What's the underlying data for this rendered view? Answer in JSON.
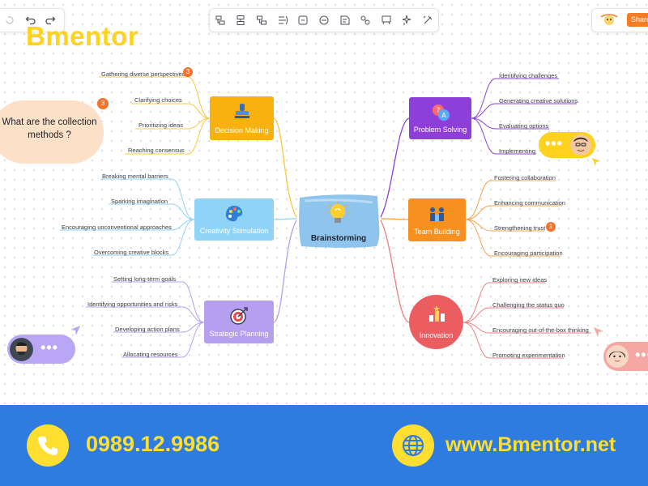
{
  "logo": {
    "text": "Bmentor"
  },
  "toolbar": {
    "left_icons": [
      "redo-disabled-icon",
      "undo-icon",
      "redo-icon"
    ],
    "main_icons": [
      "add-sibling-icon",
      "add-child-icon",
      "add-parent-icon",
      "summary-icon",
      "boundary-icon",
      "relationship-icon",
      "note-icon",
      "link-icon",
      "image-icon",
      "ai-icon",
      "format-painter-icon"
    ],
    "share_label": "Share"
  },
  "mindmap": {
    "center": {
      "label": "Brainstorming"
    },
    "branches": [
      {
        "id": "decision",
        "label": "Decision Making",
        "color": "#f9b10f",
        "items": [
          "Gathering diverse perspectives",
          "Clarifying choices",
          "Prioritizing ideas",
          "Reaching consensus"
        ],
        "badge": "3"
      },
      {
        "id": "creativity",
        "label": "Creativity Stimulation",
        "color": "#8fd3f7",
        "items": [
          "Breaking mental barriers",
          "Sparking imagination",
          "Encouraging unconventional approaches",
          "Overcoming creative blocks"
        ]
      },
      {
        "id": "strategic",
        "label": "Strategic Planning",
        "color": "#b79ff0",
        "items": [
          "Setting long-term goals",
          "Identifying opportunities and risks",
          "Developing action plans",
          "Allocating resources"
        ]
      },
      {
        "id": "problem",
        "label": "Problem Solving",
        "color": "#8f3fd9",
        "items": [
          "Identifying challenges",
          "Generating creative solutions",
          "Evaluating options",
          "Implementing"
        ]
      },
      {
        "id": "team",
        "label": "Team Building",
        "color": "#f7901e",
        "items": [
          "Fostering collaboration",
          "Enhancing communication",
          "Strengthening trust",
          "Encouraging participation"
        ],
        "badge": "1"
      },
      {
        "id": "innovation",
        "label": "Innovation",
        "color": "#ec5d61",
        "items": [
          "Exploring new ideas",
          "Challenging the status quo",
          "Encouraging out-of-the-box thinking",
          "Promoting experimentation"
        ]
      }
    ]
  },
  "comment": {
    "text": "What are the collection methods ?",
    "badge": "3"
  },
  "chats": {
    "dots": "•••"
  },
  "footer": {
    "phone": "0989.12.9986",
    "website": "www.Bmentor.net"
  },
  "colors": {
    "accent": "#f57c22",
    "footer_bg": "#2f7ce0",
    "footer_text": "#ffde32"
  }
}
